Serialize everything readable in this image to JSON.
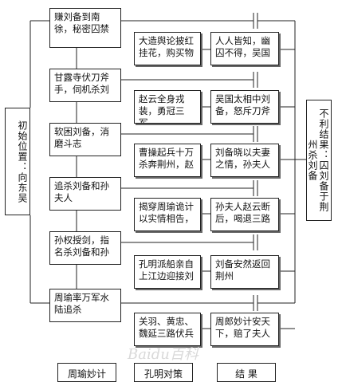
{
  "side_left": "初始位置：向东吴",
  "side_right": "不利结果：囚刘备于荆州杀刘备",
  "rows": [
    {
      "zhou": "赚刘备到南徐，秘密囚禁",
      "kong": "大造舆论披红挂花，购买物",
      "res": "人人皆知，幽囚不得，吴国"
    },
    {
      "zhou": "甘露寺伏刀斧手，伺机杀刘",
      "kong": "赵云全身戎装，勇冠三军，",
      "res": "吴国太相中刘备，怒斥刀斧"
    },
    {
      "zhou": "软困刘备，消磨斗志",
      "kong": "曹操起兵十万杀奔荆州，赵",
      "res": "刘备晓以夫妻之情，孙夫人"
    },
    {
      "zhou": "追杀刘备和孙夫人",
      "kong": "揭穿周瑜诡计以实情相告，",
      "res": "孙夫人赵云断后，喝退三路"
    },
    {
      "zhou": "孙权授剑，指名杀刘备和孙",
      "kong": "孔明派船亲自上江边迎接刘",
      "res": "刘备安然返回荆州"
    },
    {
      "zhou": "周瑜率万军水陆追杀",
      "kong": "关羽、黄忠、魏延三路伏兵",
      "res": "周郎妙计安天下，赔了夫人"
    }
  ],
  "footer": {
    "left": "周瑜妙计",
    "middle": "孔明对策",
    "right": "结 果"
  },
  "watermark": "Baidu百科"
}
